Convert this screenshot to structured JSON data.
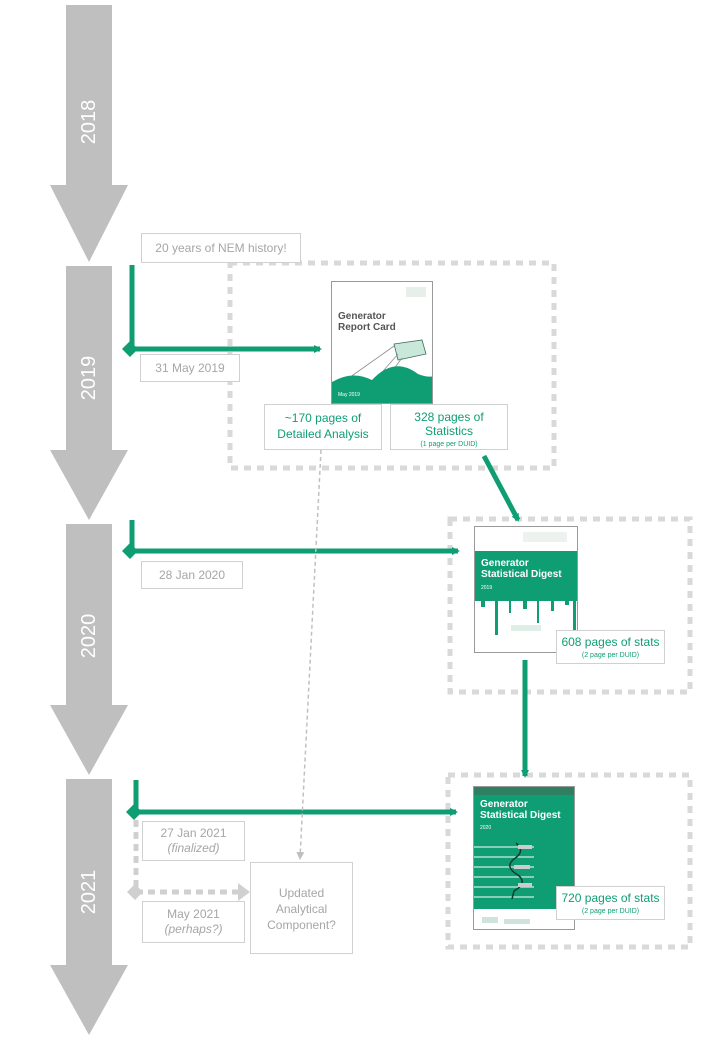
{
  "years": [
    "2018",
    "2019",
    "2020",
    "2021"
  ],
  "notes": {
    "nem_history": "20 years of NEM history!",
    "date_2019": "31 May 2019",
    "date_2020": "28 Jan 2020",
    "date_2021": "27 Jan 2021",
    "date_2021_sub": "(finalized)",
    "date_may_2021": "May 2021",
    "date_may_2021_sub": "(perhaps?)"
  },
  "boxes": {
    "analysis": "~170 pages of Detailed Analysis",
    "stats_2019": "328 pages of Statistics",
    "stats_2019_sub": "(1 page per DUID)",
    "stats_2020": "608 pages of stats",
    "stats_2020_sub": "(2 page per DUID)",
    "stats_2021": "720 pages of stats",
    "stats_2021_sub": "(2 page per DUID)",
    "updated": "Updated Analytical Component?"
  },
  "covers": {
    "report_card_title": "Generator Report Card",
    "report_card_date": "May 2019",
    "digest_2020_title": "Generator Statistical Digest",
    "digest_2020_year": "2019",
    "digest_2021_title": "Generator Statistical Digest",
    "digest_2021_year": "2020"
  },
  "colors": {
    "green": "#0f9e73",
    "grey_arrow": "#bfbfbf",
    "dash": "#d9d9d9"
  }
}
